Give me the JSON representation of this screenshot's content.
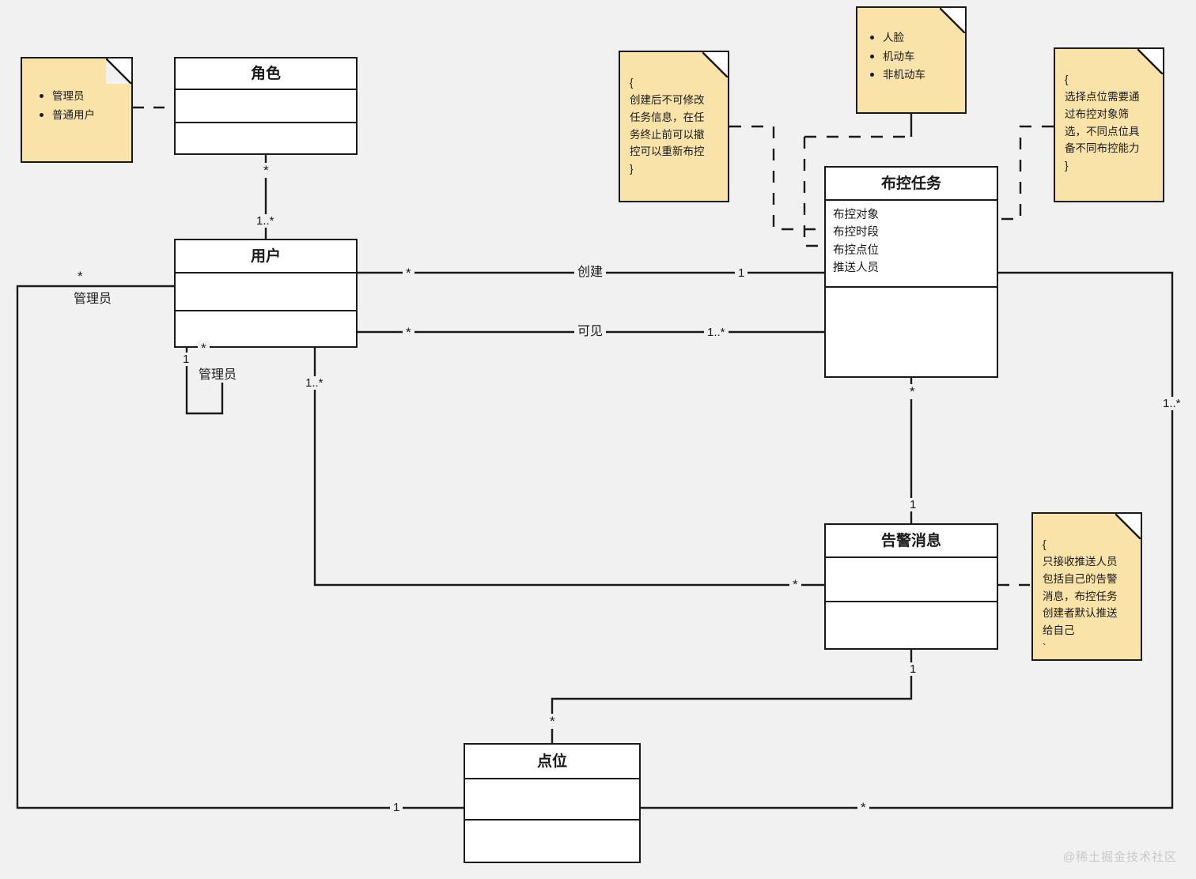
{
  "diagram": {
    "type": "uml-class-diagram",
    "background": "#f1f1f1",
    "note_fill": "#f9e3a9",
    "stroke": "#1a1a1a"
  },
  "classes": [
    {
      "id": "role",
      "name": "角色",
      "attributes": [],
      "operations": []
    },
    {
      "id": "user",
      "name": "用户",
      "attributes": [],
      "operations": []
    },
    {
      "id": "task",
      "name": "布控任务",
      "attributes": [
        "布控对象",
        "布控时段",
        "布控点位",
        "推送人员"
      ],
      "operations": []
    },
    {
      "id": "alarm",
      "name": "告警消息",
      "attributes": [],
      "operations": []
    },
    {
      "id": "spot",
      "name": "点位",
      "attributes": [],
      "operations": []
    }
  ],
  "notes": [
    {
      "id": "note-role",
      "kind": "bullets",
      "items": [
        "管理员",
        "普通用户"
      ]
    },
    {
      "id": "note-task-rule",
      "kind": "text",
      "text": "{\n创建后不可修改\n任务信息，在任\n务终止前可以撤\n控可以重新布控\n}"
    },
    {
      "id": "note-objects",
      "kind": "bullets",
      "items": [
        "人脸",
        "机动车",
        "非机动车"
      ]
    },
    {
      "id": "note-spot-rule",
      "kind": "text",
      "text": "{\n选择点位需要通\n过布控对象筛\n选，不同点位具\n备不同布控能力\n}"
    },
    {
      "id": "note-alarm-rule",
      "kind": "text",
      "text": "{\n只接收推送人员\n包括自己的告警\n消息，布控任务\n创建者默认推送\n给自己\n`"
    }
  ],
  "edge_labels": {
    "role_user_top": "*",
    "role_user_bottom": "1..*",
    "user_create_src": "*",
    "user_create_name": "创建",
    "user_create_dst": "1",
    "user_visible_src": "*",
    "user_visible_name": "可见",
    "user_visible_dst": "1..*",
    "user_self_left": "*",
    "user_self_name_left": "管理员",
    "user_self_one": "1",
    "user_self_star": "*",
    "user_self_name_bottom": "管理员",
    "user_alarm_src": "1..*",
    "user_alarm_dst": "*",
    "task_alarm_src": "*",
    "task_alarm_dst": "1",
    "task_spot_right": "1..*",
    "alarm_spot_src": "1",
    "alarm_spot_dst": "*",
    "spot_left": "1",
    "spot_right": "*"
  },
  "watermark": "@稀土掘金技术社区"
}
